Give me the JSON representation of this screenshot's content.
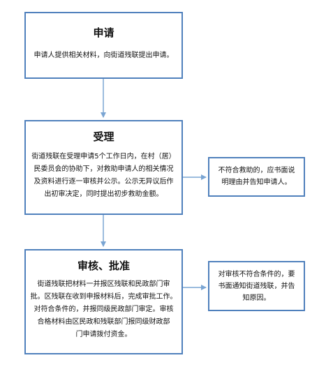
{
  "steps": [
    {
      "title": "申请",
      "body": "申请人提供相关材料，向街道残联提出申请。"
    },
    {
      "title": "受理",
      "body": "街道残联在受理申请5个工作日内，在村（居）\n民委员会的协助下，对救助申请人的相关情况\n及资料进行逐一审核并公示。公示无异议后作\n出初审决定，同时提出初步救助金额。"
    },
    {
      "title": "审核、批准",
      "body": "街道残联把材料一并报区残联和民政部门审\n批。区残联在收到申报材料后，完成审批工作。\n对符合条件的，并报同级民政部门审定。审核\n合格材料由区民政和残联部门报同级财政部\n门申请拨付资金。"
    }
  ],
  "side_notes": [
    {
      "body": "不符合救助的，应书面说\n明理由并告知申请人。"
    },
    {
      "body": "对审核不符合条件的，要\n书面通知街道残联，并告\n知原因。"
    }
  ],
  "colors": {
    "border": "#4f80bc",
    "arrow": "#7aa5d3"
  }
}
